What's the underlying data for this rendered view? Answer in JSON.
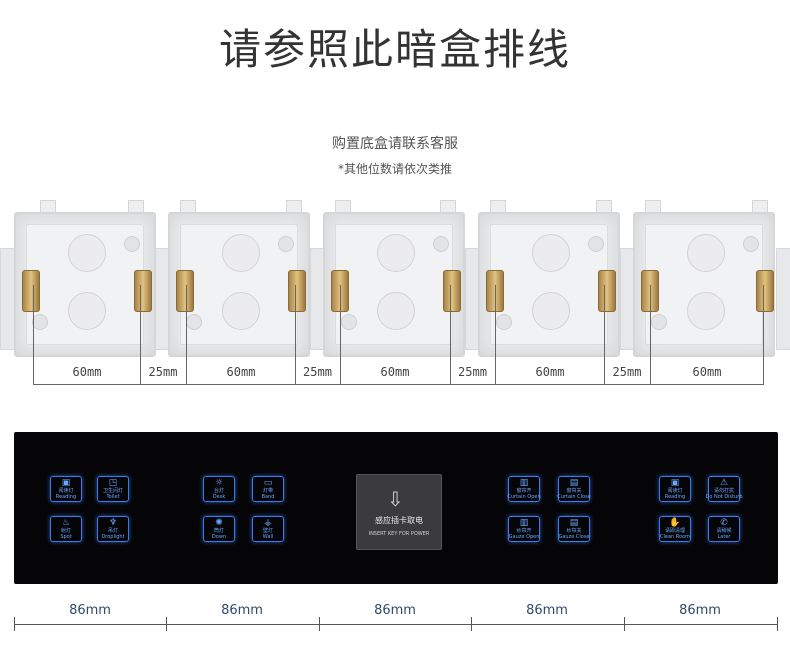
{
  "title": "请参照此暗盒排线",
  "subtitle": "购置底盒请联系客服",
  "note": "*其他位数请依次类推",
  "box_spacing": [
    "60mm",
    "25mm",
    "60mm",
    "25mm",
    "60mm",
    "25mm",
    "60mm",
    "25mm",
    "60mm"
  ],
  "panel_widths": [
    "86mm",
    "86mm",
    "86mm",
    "86mm",
    "86mm"
  ],
  "card_slot": {
    "label": "感应插卡取电",
    "sub_label": "INSERT KEY FOR POWER"
  },
  "switch_keys": [
    {
      "icon": "book-icon",
      "glyph": "▣",
      "label": "阅读灯",
      "sub": "Reading"
    },
    {
      "icon": "toilet-icon",
      "glyph": "◳",
      "label": "卫生间灯",
      "sub": "Toilet"
    },
    {
      "icon": "lamp-icon",
      "glyph": "♨",
      "label": "射灯",
      "sub": "Spot"
    },
    {
      "icon": "bulb-icon",
      "glyph": "♆",
      "label": "吊灯",
      "sub": "Droplight"
    },
    {
      "icon": "bulb-icon",
      "glyph": "☼",
      "label": "台灯",
      "sub": "Desk"
    },
    {
      "icon": "strip-icon",
      "glyph": "▭",
      "label": "灯带",
      "sub": "Band"
    },
    {
      "icon": "ceiling-icon",
      "glyph": "✺",
      "label": "筒灯",
      "sub": "Down"
    },
    {
      "icon": "lamp-icon",
      "glyph": "⚶",
      "label": "壁灯",
      "sub": "Wall"
    },
    {
      "icon": "curtain-open-icon",
      "glyph": "▥",
      "label": "窗帘开",
      "sub": "Curtain Open"
    },
    {
      "icon": "curtain-close-icon",
      "glyph": "▤",
      "label": "窗帘关",
      "sub": "Curtain Close"
    },
    {
      "icon": "gauze-open-icon",
      "glyph": "▥",
      "label": "纱帘开",
      "sub": "Gauze Open"
    },
    {
      "icon": "gauze-close-icon",
      "glyph": "▤",
      "label": "纱帘关",
      "sub": "Gauze Close"
    },
    {
      "icon": "book-icon",
      "glyph": "▣",
      "label": "阅读灯",
      "sub": "Reading"
    },
    {
      "icon": "do-not-disturb-icon",
      "glyph": "⚠",
      "label": "请勿打扰",
      "sub": "Do Not Disturb"
    },
    {
      "icon": "clean-icon",
      "glyph": "✋",
      "label": "请即清理",
      "sub": "Clean Room"
    },
    {
      "icon": "service-icon",
      "glyph": "✆",
      "label": "请稍候",
      "sub": "Later"
    }
  ]
}
